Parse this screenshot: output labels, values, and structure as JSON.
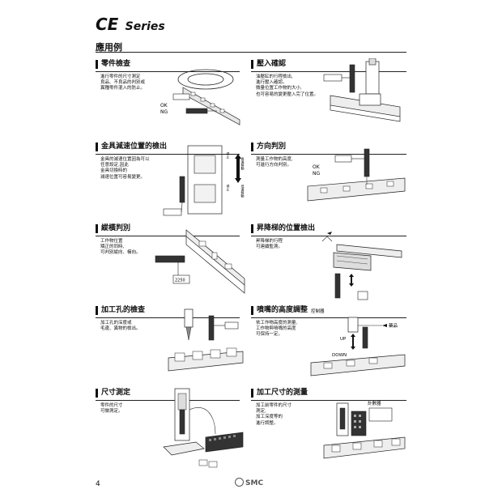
{
  "header": {
    "series_prefix": "CE",
    "series_suffix": "Series",
    "section": "應用例"
  },
  "apps": [
    {
      "title": "零件檢查",
      "desc": "進行零件的尺寸測定\n良品、不良品的判別或\n異種零件混入的防止。",
      "labels": [
        "OK",
        "NG"
      ]
    },
    {
      "title": "壓入確認",
      "desc": "油壓缸的行程檢出,\n進行壓入確認。\n微量位置工作物的大小,\n也可容易的變更壓入完了位置。",
      "labels": []
    },
    {
      "title": "金具減速位置的檢出",
      "desc": "金具的減速位置因為可以\n任意設定,因此\n金具切換時的\n減速位置可容易變更。",
      "labels": [
        "高速移動",
        "低速移動",
        "停止",
        "停止"
      ]
    },
    {
      "title": "方向判別",
      "desc": "測量工作物的高度,\n可進行方向判別。",
      "labels": [
        "OK",
        "NG"
      ]
    },
    {
      "title": "縱橫判別",
      "desc": "工作物位置\n矯正的同時,\n可判別縱向、橫向。",
      "labels": [
        "2250"
      ]
    },
    {
      "title": "昇降梯的位置檢出",
      "desc": "昇降梯的行程\n可連續監測。",
      "labels": []
    },
    {
      "title": "加工孔的檢查",
      "desc": "加工孔的深度或\n毛邊、異物的檢出。",
      "labels": []
    },
    {
      "title": "噴嘴的高度調整",
      "desc": "依工作物高度的測量,\n工作物與噴嘴的高度\n可保持一定。",
      "labels": [
        "控制器",
        "藥品",
        "UP",
        "DOWN"
      ]
    },
    {
      "title": "尺寸測定",
      "desc": "零件的尺寸\n可做測定。",
      "labels": []
    },
    {
      "title": "加工尺寸的測量",
      "desc": "加工前零件的尺寸\n測定,\n加工深度等的\n進行調整。",
      "labels": [
        "計數器"
      ]
    }
  ],
  "footer": {
    "page_number": "4",
    "logo_text": "SMC"
  }
}
